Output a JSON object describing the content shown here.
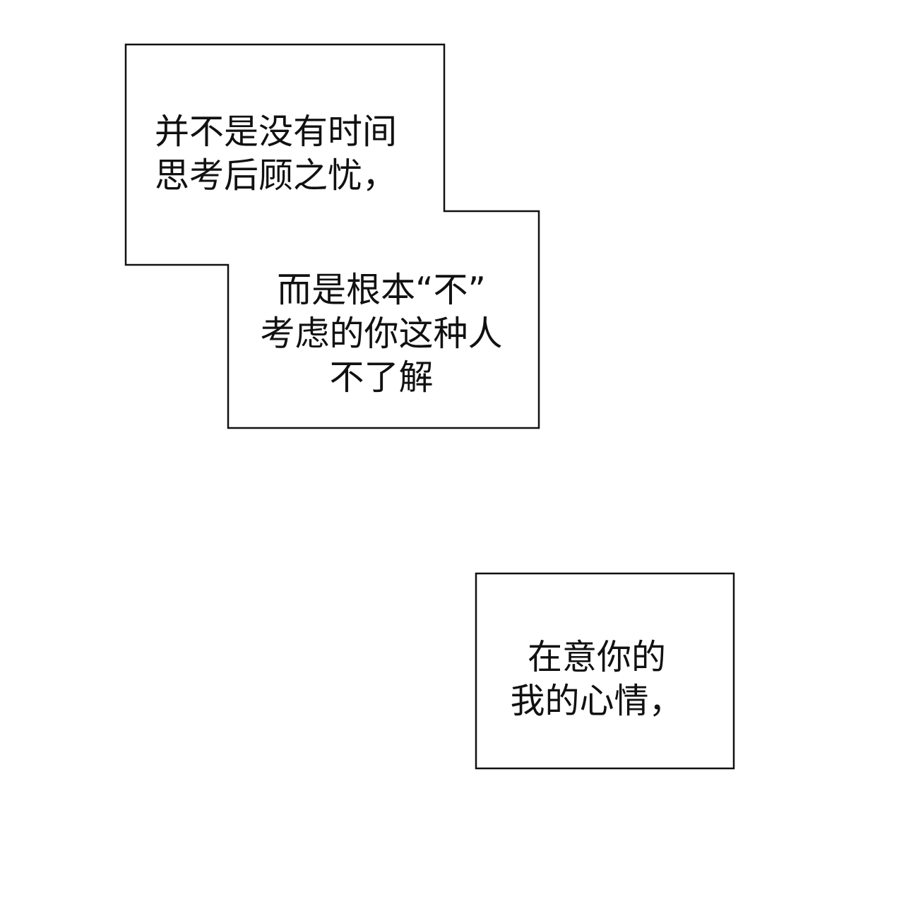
{
  "captions": {
    "first": {
      "lines": [
        "并不是没有时间",
        "思考后顾之忧，"
      ]
    },
    "second": {
      "lines": [
        "而是根本“不”",
        "考虑的你这种人",
        "不了解"
      ]
    },
    "third": {
      "lines": [
        "在意你的",
        "我的心情，"
      ]
    }
  },
  "colors": {
    "background": "#ffffff",
    "border": "#111111",
    "text": "#111111"
  }
}
